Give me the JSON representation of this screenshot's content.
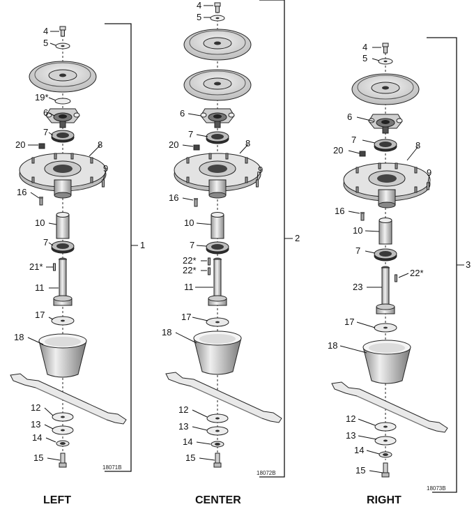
{
  "diagram": {
    "sections": [
      {
        "key": "left",
        "title": "LEFT",
        "assembly_number": "1",
        "figure_code": "18071B",
        "callouts": [
          "4",
          "5",
          "19*",
          "6",
          "7",
          "20",
          "8",
          "9",
          "16",
          "10",
          "7",
          "21*",
          "11",
          "17",
          "18",
          "12",
          "13",
          "14",
          "15"
        ]
      },
      {
        "key": "center",
        "title": "CENTER",
        "assembly_number": "2",
        "figure_code": "18072B",
        "callouts": [
          "4",
          "5",
          "6",
          "7",
          "20",
          "8",
          "9",
          "16",
          "10",
          "7",
          "22*",
          "22*",
          "11",
          "17",
          "18",
          "12",
          "13",
          "14",
          "15"
        ]
      },
      {
        "key": "right",
        "title": "RIGHT",
        "assembly_number": "3",
        "figure_code": "18073B",
        "callouts": [
          "4",
          "5",
          "6",
          "7",
          "20",
          "8",
          "9",
          "16",
          "10",
          "7",
          "22*",
          "23",
          "17",
          "18",
          "12",
          "13",
          "14",
          "15"
        ]
      }
    ],
    "colors": {
      "line": "#222222",
      "part_fill": "#e6e6e6",
      "dark_fill": "#3a3a3a",
      "background": "#ffffff"
    }
  }
}
